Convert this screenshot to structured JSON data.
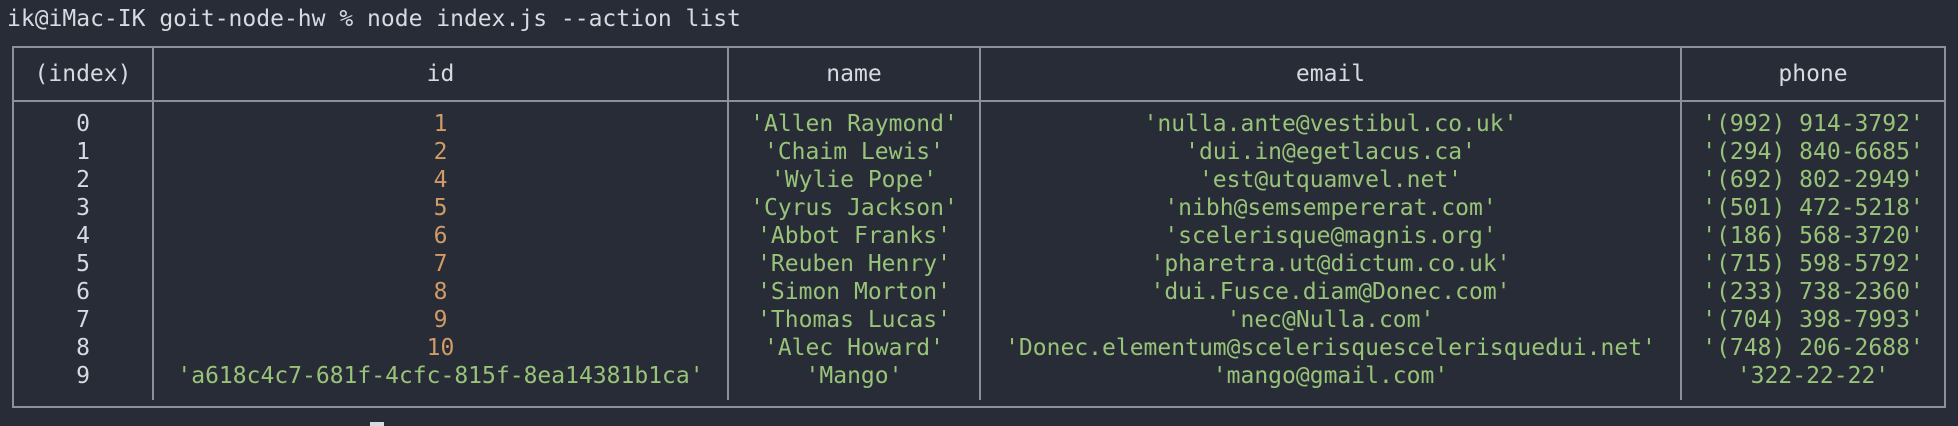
{
  "terminal": {
    "prompt": "ik@iMac-IK goit-node-hw % node index.js --action list",
    "colors": {
      "background": "#272c36",
      "text": "#d7dae0",
      "number": "#d19a66",
      "string": "#98c379",
      "border": "#8a919c"
    }
  },
  "table": {
    "headers": [
      "(index)",
      "id",
      "name",
      "email",
      "phone"
    ],
    "rows": [
      {
        "index": "0",
        "id": "1",
        "id_type": "number",
        "name": "'Allen Raymond'",
        "email": "'nulla.ante@vestibul.co.uk'",
        "phone": "'(992) 914-3792'"
      },
      {
        "index": "1",
        "id": "2",
        "id_type": "number",
        "name": "'Chaim Lewis'",
        "email": "'dui.in@egetlacus.ca'",
        "phone": "'(294) 840-6685'"
      },
      {
        "index": "2",
        "id": "4",
        "id_type": "number",
        "name": "'Wylie Pope'",
        "email": "'est@utquamvel.net'",
        "phone": "'(692) 802-2949'"
      },
      {
        "index": "3",
        "id": "5",
        "id_type": "number",
        "name": "'Cyrus Jackson'",
        "email": "'nibh@semsempererat.com'",
        "phone": "'(501) 472-5218'"
      },
      {
        "index": "4",
        "id": "6",
        "id_type": "number",
        "name": "'Abbot Franks'",
        "email": "'scelerisque@magnis.org'",
        "phone": "'(186) 568-3720'"
      },
      {
        "index": "5",
        "id": "7",
        "id_type": "number",
        "name": "'Reuben Henry'",
        "email": "'pharetra.ut@dictum.co.uk'",
        "phone": "'(715) 598-5792'"
      },
      {
        "index": "6",
        "id": "8",
        "id_type": "number",
        "name": "'Simon Morton'",
        "email": "'dui.Fusce.diam@Donec.com'",
        "phone": "'(233) 738-2360'"
      },
      {
        "index": "7",
        "id": "9",
        "id_type": "number",
        "name": "'Thomas Lucas'",
        "email": "'nec@Nulla.com'",
        "phone": "'(704) 398-7993'"
      },
      {
        "index": "8",
        "id": "10",
        "id_type": "number",
        "name": "'Alec Howard'",
        "email": "'Donec.elementum@scelerisquescelerisquedui.net'",
        "phone": "'(748) 206-2688'"
      },
      {
        "index": "9",
        "id": "'a618c4c7-681f-4cfc-815f-8ea14381b1ca'",
        "id_type": "string",
        "name": "'Mango'",
        "email": "'mango@gmail.com'",
        "phone": "'322-22-22'"
      }
    ]
  }
}
